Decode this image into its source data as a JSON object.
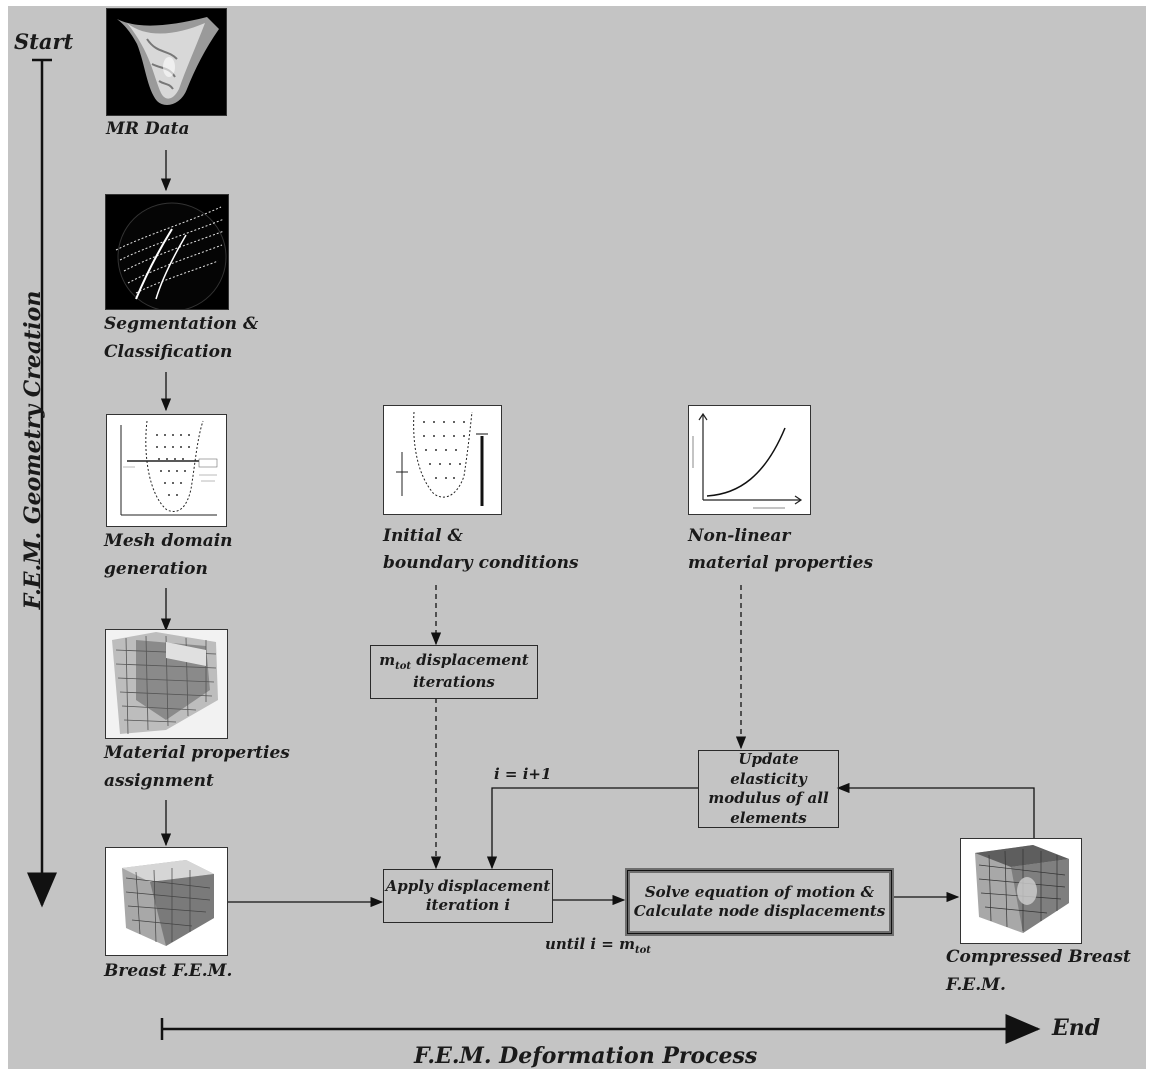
{
  "axes": {
    "vertical_start": "Start",
    "vertical_label": "F.E.M. Geometry Creation",
    "horizontal_end": "End",
    "horizontal_label": "F.E.M. Deformation Process"
  },
  "steps": {
    "mr_data": "MR Data",
    "segmentation_line1": "Segmentation &",
    "segmentation_line2": "Classification",
    "mesh_line1": "Mesh domain",
    "mesh_line2": "generation",
    "material_line1": "Material properties",
    "material_line2": "assignment",
    "breast_fem": "Breast F.E.M.",
    "initial_line1": "Initial &",
    "initial_line2": "boundary conditions",
    "nonlinear_line1": "Non-linear",
    "nonlinear_line2": "material properties",
    "compressed_line1": "Compressed Breast",
    "compressed_line2": "F.E.M."
  },
  "boxes": {
    "mtot_var": "m",
    "mtot_sub": "tot",
    "mtot_line1_rest": " displacement",
    "mtot_line2": "iterations",
    "apply_line1": "Apply displacement",
    "apply_line2": "iteration i",
    "solve_line1": "Solve equation of motion &",
    "solve_line2": "Calculate node displacements",
    "update_line1": "Update elasticity",
    "update_line2": "modulus of all",
    "update_line3": "elements"
  },
  "annotations": {
    "increment": "i = i+1",
    "until_prefix": "until i = m",
    "until_sub": "tot"
  }
}
